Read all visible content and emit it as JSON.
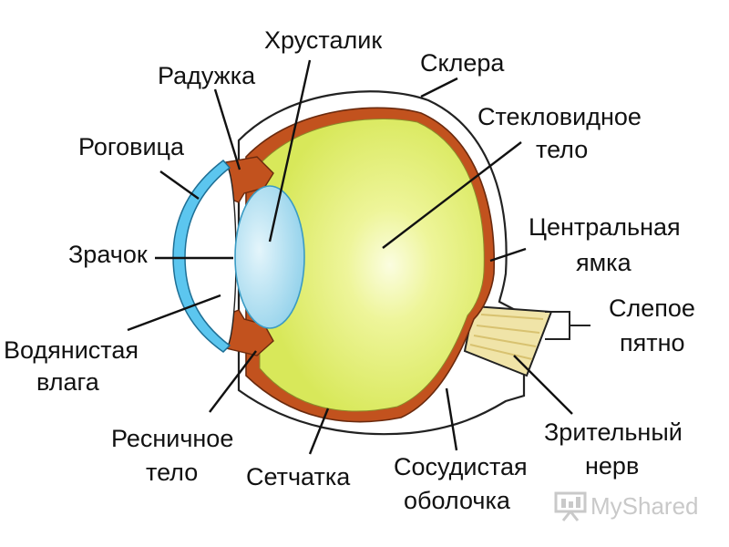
{
  "labels": {
    "khrustalik": "Хрусталик",
    "raduzhka": "Радужка",
    "sklera": "Склера",
    "steklovidnoe_1": "Стекловидное",
    "steklovidnoe_2": "тело",
    "rogovitsa": "Роговица",
    "tsentralnaya_1": "Центральная",
    "tsentralnaya_2": "ямка",
    "zrachok": "Зрачок",
    "slepoe_1": "Слепое",
    "slepoe_2": "пятно",
    "vodyanistaya_1": "Водянистая",
    "vodyanistaya_2": "влага",
    "zritelny_1": "Зрительный",
    "zritelny_2": "нерв",
    "resnichnoe_1": "Ресничное",
    "resnichnoe_2": "тело",
    "setchatka": "Сетчатка",
    "sosudistaya_1": "Сосудистая",
    "sosudistaya_2": "оболочка"
  },
  "watermark": {
    "text": "MyShared"
  },
  "colors": {
    "vitreous": "#e8f27a",
    "choroid": "#c2521e",
    "sclera": "#ffffff",
    "cornea": "#5cc6ef",
    "lens": "#a9dcef",
    "optic_nerve": "#f0e4a8",
    "outline": "#222222",
    "text": "#111111"
  }
}
